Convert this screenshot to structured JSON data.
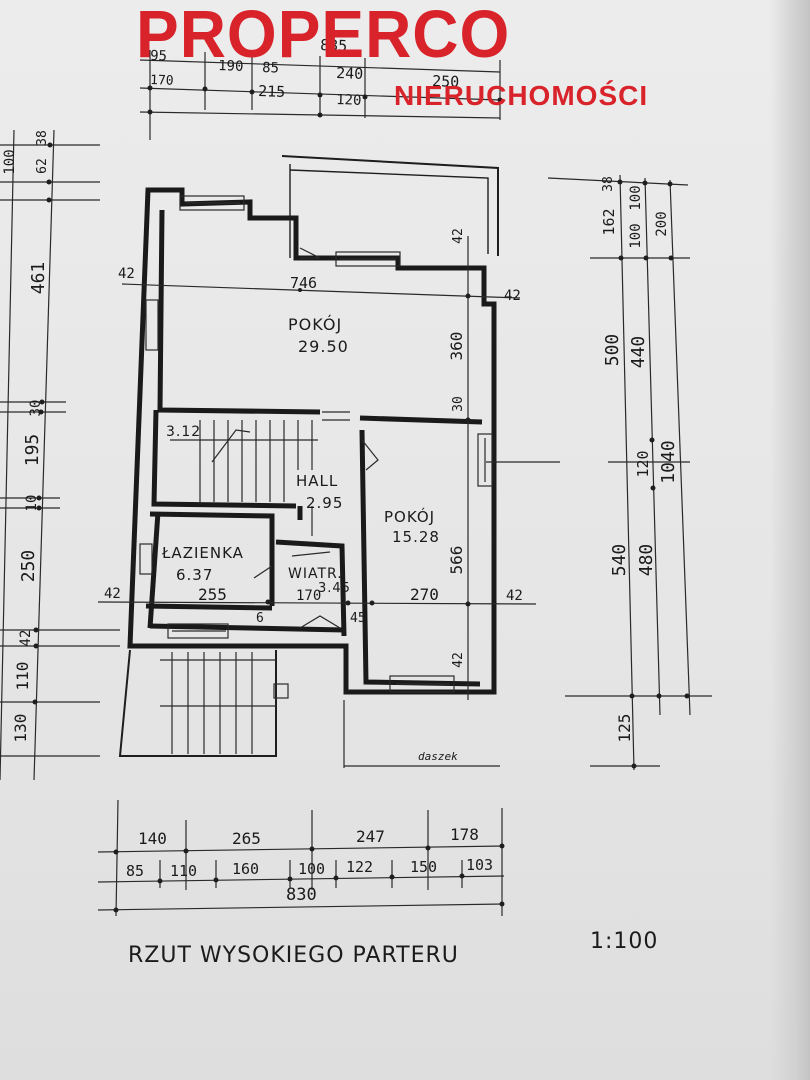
{
  "brand": {
    "name": "PROPERCO",
    "tagline": "NIERUCHOMOŚCI",
    "color": "#d9232a"
  },
  "rooms": {
    "pokoj_big": {
      "name": "POKÓJ",
      "area": "29.50"
    },
    "pokoj_small": {
      "name": "POKÓJ",
      "area": "15.28"
    },
    "hall": {
      "name": "HALL",
      "area": "2.95"
    },
    "lazienka": {
      "name": "ŁAZIENKA",
      "area": "6.37"
    },
    "wiatr": {
      "name": "WIATR.",
      "area": "3.45"
    },
    "stairs_area": "3.12"
  },
  "dims": {
    "top_row1": [
      "95",
      "190",
      "85",
      "240",
      "250"
    ],
    "top_row2": [
      "170",
      "215",
      "120"
    ],
    "top_total": "835",
    "left_col": [
      "100",
      "62",
      "38",
      "461",
      "30",
      "195",
      "10",
      "250",
      "42",
      "110",
      "130"
    ],
    "right_col_a": [
      "38",
      "162",
      "500",
      "540",
      "125"
    ],
    "right_col_b": [
      "100",
      "100",
      "440",
      "120",
      "480"
    ],
    "right_col_c": [
      "200",
      "1040"
    ],
    "inner": {
      "d746": "746",
      "d360": "360",
      "d30": "30",
      "d42a": "42",
      "d42b": "42",
      "d42c": "42",
      "d42d": "42",
      "d42e": "42",
      "d42f": "42",
      "d566": "566",
      "d255": "255",
      "d170": "170",
      "d270": "270",
      "d6": "6",
      "d45": "45"
    },
    "bottom_row1": [
      "140",
      "265",
      "247",
      "178"
    ],
    "bottom_row2": [
      "85",
      "110",
      "160",
      "100",
      "122",
      "150",
      "103"
    ],
    "bottom_total": "830",
    "daszek": "daszek"
  },
  "footer": {
    "title": "RZUT WYSOKIEGO PARTERU",
    "scale": "1:100"
  }
}
